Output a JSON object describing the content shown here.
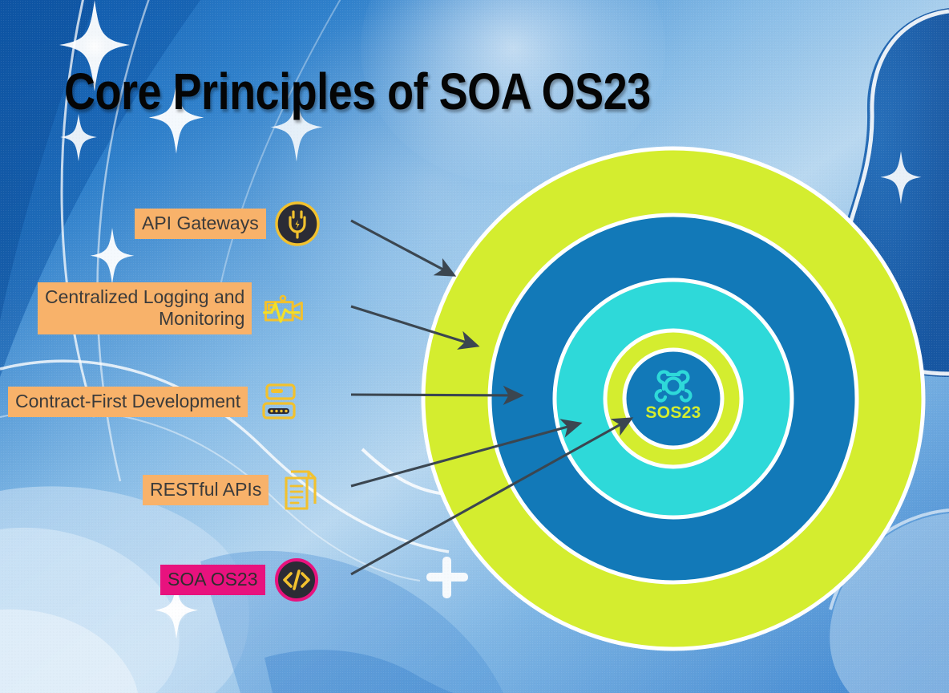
{
  "title": "Core Principles of SOA OS23",
  "colors": {
    "chip_orange": "#f8b26a",
    "chip_pink": "#e8127e",
    "ring_lime": "#d4ed2f",
    "ring_blue": "#1279b8",
    "ring_cyan": "#2ed9d9",
    "core_blue": "#1279b8",
    "core_text": "#d4ed2f",
    "icon_gold": "#f2c12e",
    "icon_dark": "#2b2b35",
    "arrow": "#3b4650",
    "title_text": "#050505"
  },
  "principles": [
    {
      "label": "API Gateways",
      "icon": "power-plug-icon",
      "chip": "orange"
    },
    {
      "label": "Centralized Logging and\nMonitoring",
      "icon": "monitoring-camera-icon",
      "chip": "orange"
    },
    {
      "label": "Contract-First Development",
      "icon": "server-stack-icon",
      "chip": "orange"
    },
    {
      "label": "RESTful APIs",
      "icon": "documents-icon",
      "chip": "orange"
    },
    {
      "label": "SOA OS23",
      "icon": "code-brackets-icon",
      "chip": "pink"
    }
  ],
  "target": {
    "center_label": "SOS23",
    "center_icon": "gear-cog-icon",
    "rings": [
      {
        "name": "outer-lime-ring",
        "color": "#d4ed2f",
        "radius": 312
      },
      {
        "name": "blue-ring",
        "color": "#1279b8",
        "radius": 229
      },
      {
        "name": "cyan-ring",
        "color": "#2ed9d9",
        "radius": 148
      },
      {
        "name": "inner-lime-ring",
        "color": "#d4ed2f",
        "radius": 85
      },
      {
        "name": "core-circle",
        "color": "#1279b8",
        "radius": 61
      }
    ]
  },
  "decor": {
    "sparkles": 6,
    "plus_marks": 1
  }
}
